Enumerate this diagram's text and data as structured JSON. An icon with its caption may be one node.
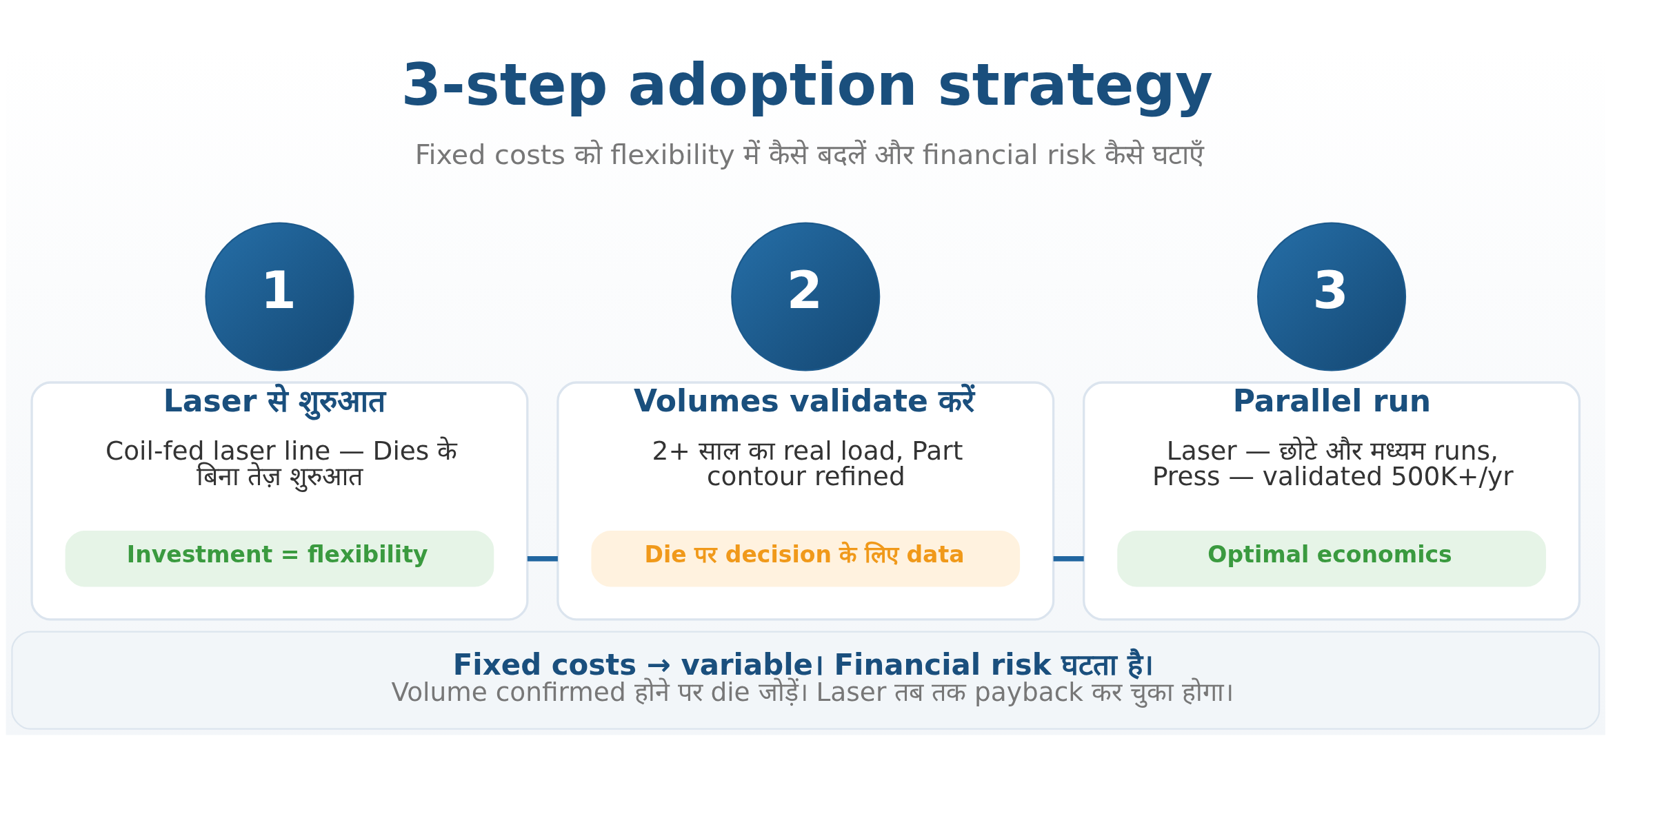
{
  "diagram": {
    "title": "3-step adoption strategy",
    "nodes": [
      {
        "text": [
          "1"
        ]
      },
      {
        "text": [
          "Laser से शुरुआत",
          "Coil-fed laser line — Dies के बिना तेज़ शुरुआत"
        ]
      },
      {
        "text": [
          "Investment = flexibility"
        ],
        "in": 1
      },
      {
        "text": [
          "2"
        ]
      },
      {
        "text": [
          "Volumes validate करें",
          "2+ साल का real load, Part contour refined"
        ]
      },
      {
        "text": [
          "Die पर decision के लिए data"
        ],
        "in": 4
      },
      {
        "text": [
          "3"
        ]
      },
      {
        "text": [
          "Parallel run",
          "Laser — छोटे और मध्यम runs, Press — validated 500K+/yr"
        ]
      },
      {
        "text": [
          "Optimal economics"
        ],
        "in": 7
      },
      {
        "text": [
          "Fixed costs → variable। Financial risk घटता है।",
          "Volume confirmed होने पर die जोड़ें। Laser तब तक payback कर चुका होगा।"
        ]
      }
    ],
    "edges": [
      {
        "from": 1,
        "to": 4,
        "arrow": "none"
      },
      {
        "from": 4,
        "to": 7,
        "arrow": "none"
      }
    ],
    "labels": [
      "Fixed costs को flexibility में कैसे बदलें और financial risk कैसे घटाएँ"
    ]
  }
}
